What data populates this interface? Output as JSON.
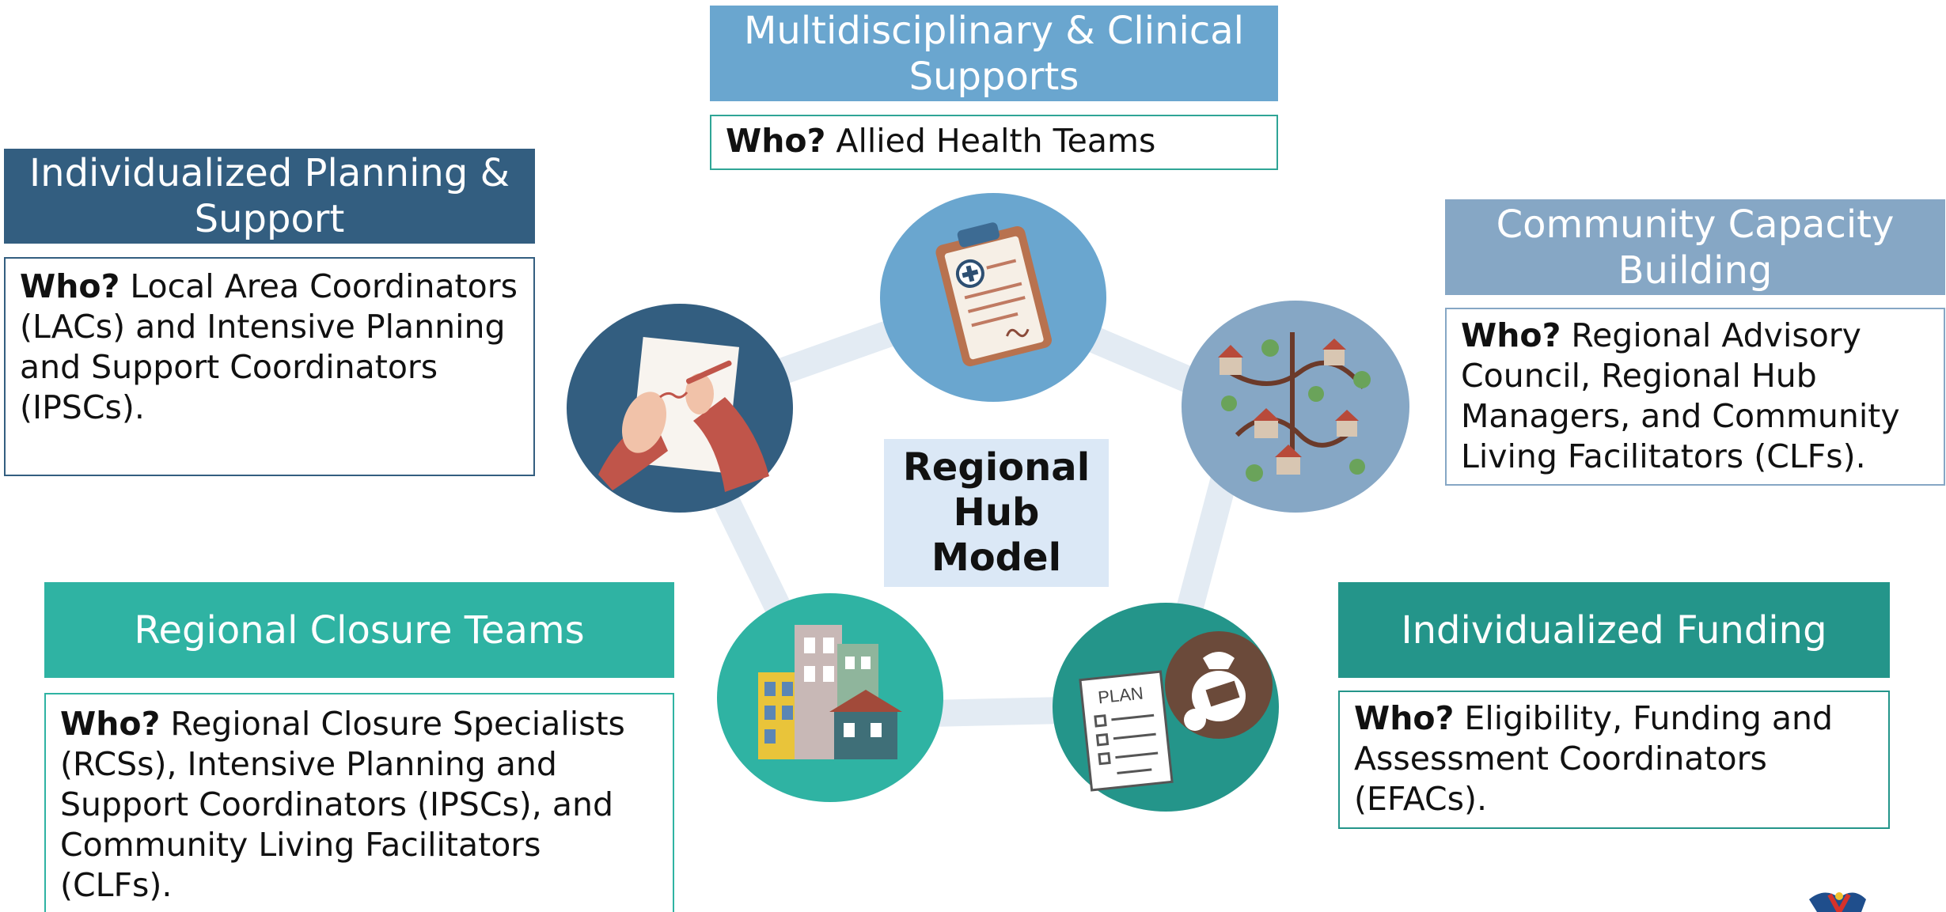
{
  "center": {
    "title_lines": [
      "Regional",
      "Hub",
      "Model"
    ]
  },
  "nodes": {
    "multidisciplinary": {
      "title_lines": [
        "Multidisciplinary & Clinical",
        "Supports"
      ],
      "who_label": "Who?",
      "who_text": "Allied Health Teams",
      "icon": "clipboard-icon",
      "color": "#6aa6cf"
    },
    "individualized_planning": {
      "title_lines": [
        "Individualized Planning &",
        "Support"
      ],
      "who_label": "Who?",
      "who_text": "Local Area Coordinators (LACs) and Intensive Planning and Support Coordinators (IPSCs).",
      "icon": "hand-writing-icon",
      "color": "#335e80"
    },
    "community_capacity": {
      "title_lines": [
        "Community Capacity",
        "Building"
      ],
      "who_label": "Who?",
      "who_text": "Regional Advisory Council, Regional Hub Managers, and Community Living Facilitators (CLFs).",
      "icon": "village-map-icon",
      "color": "#86a7c5"
    },
    "regional_closure": {
      "title_lines": [
        "Regional Closure Teams"
      ],
      "who_label": "Who?",
      "who_text": " Regional Closure Specialists (RCSs),  Intensive Planning and Support Coordinators (IPSCs), and Community Living Facilitators (CLFs).",
      "icon": "buildings-icon",
      "color": "#2fb3a3"
    },
    "individualized_funding": {
      "title_lines": [
        "Individualized Funding"
      ],
      "who_label": "Who?",
      "who_text": "Eligibility, Funding and Assessment Coordinators (EFACs).",
      "icon": "plan-money-icon",
      "plan_label": "PLAN",
      "color": "#24958a"
    }
  },
  "ring_color": "#e3ebf3",
  "logo": {
    "icon": "nova-scotia-flag-icon"
  }
}
